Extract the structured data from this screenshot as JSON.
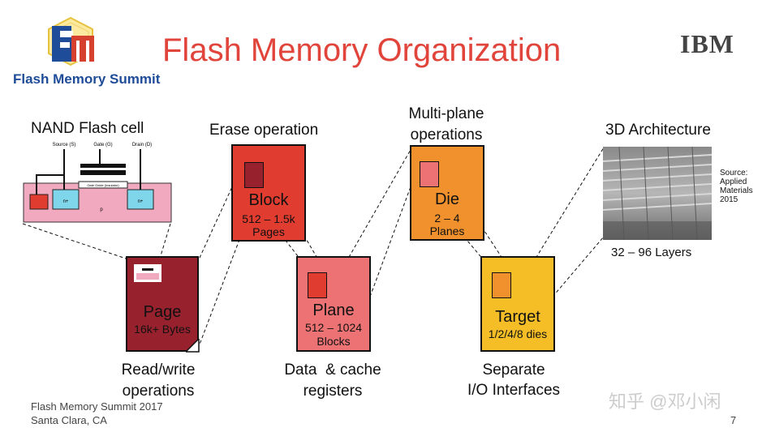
{
  "title": "Flash Memory Organization",
  "logo": {
    "text": "Flash Memory Summit",
    "icon": "flash-memory-summit-logo"
  },
  "ibm_logo": "IBM",
  "nand": {
    "label": "NAND Flash cell",
    "source_label": "Source (S)",
    "gate_label": "Gate (G)",
    "drain_label": "Drain (D)",
    "oxide_label": "Gate Oxide (Insulator)",
    "n_left": "n+",
    "n_right": "n+",
    "p_label": "p"
  },
  "boxes": {
    "page": {
      "name": "Page",
      "sub1": "16k+ Bytes",
      "color": "#97222e"
    },
    "block": {
      "name": "Block",
      "sub1": "512 – 1.5k",
      "sub2": "Pages",
      "color": "#e03c2f"
    },
    "plane": {
      "name": "Plane",
      "sub1": "512 – 1024",
      "sub2": "Blocks",
      "color": "#ec7273"
    },
    "die": {
      "name": "Die",
      "sub1": "2 – 4",
      "sub2": "Planes",
      "color": "#f0912d"
    },
    "target": {
      "name": "Target",
      "sub1": "1/2/4/8 dies",
      "color": "#f5be27"
    }
  },
  "labels": {
    "erase": "Erase operation",
    "multiplane_1": "Multi-plane",
    "multiplane_2": "operations",
    "arch3d": "3D Architecture",
    "layers": "32 – 96 Layers",
    "readwrite_1": "Read/write",
    "readwrite_2": "operations",
    "datacache_1": "Data  & cache",
    "datacache_2": "registers",
    "separate_1": "Separate",
    "separate_2": "I/O Interfaces"
  },
  "source_note": [
    "Source:",
    "Applied",
    "Materials",
    "2015"
  ],
  "footer": {
    "line1": "Flash Memory Summit 2017",
    "line2": "Santa Clara, CA",
    "page_number": "7"
  },
  "watermark": "知乎 @邓小闲"
}
